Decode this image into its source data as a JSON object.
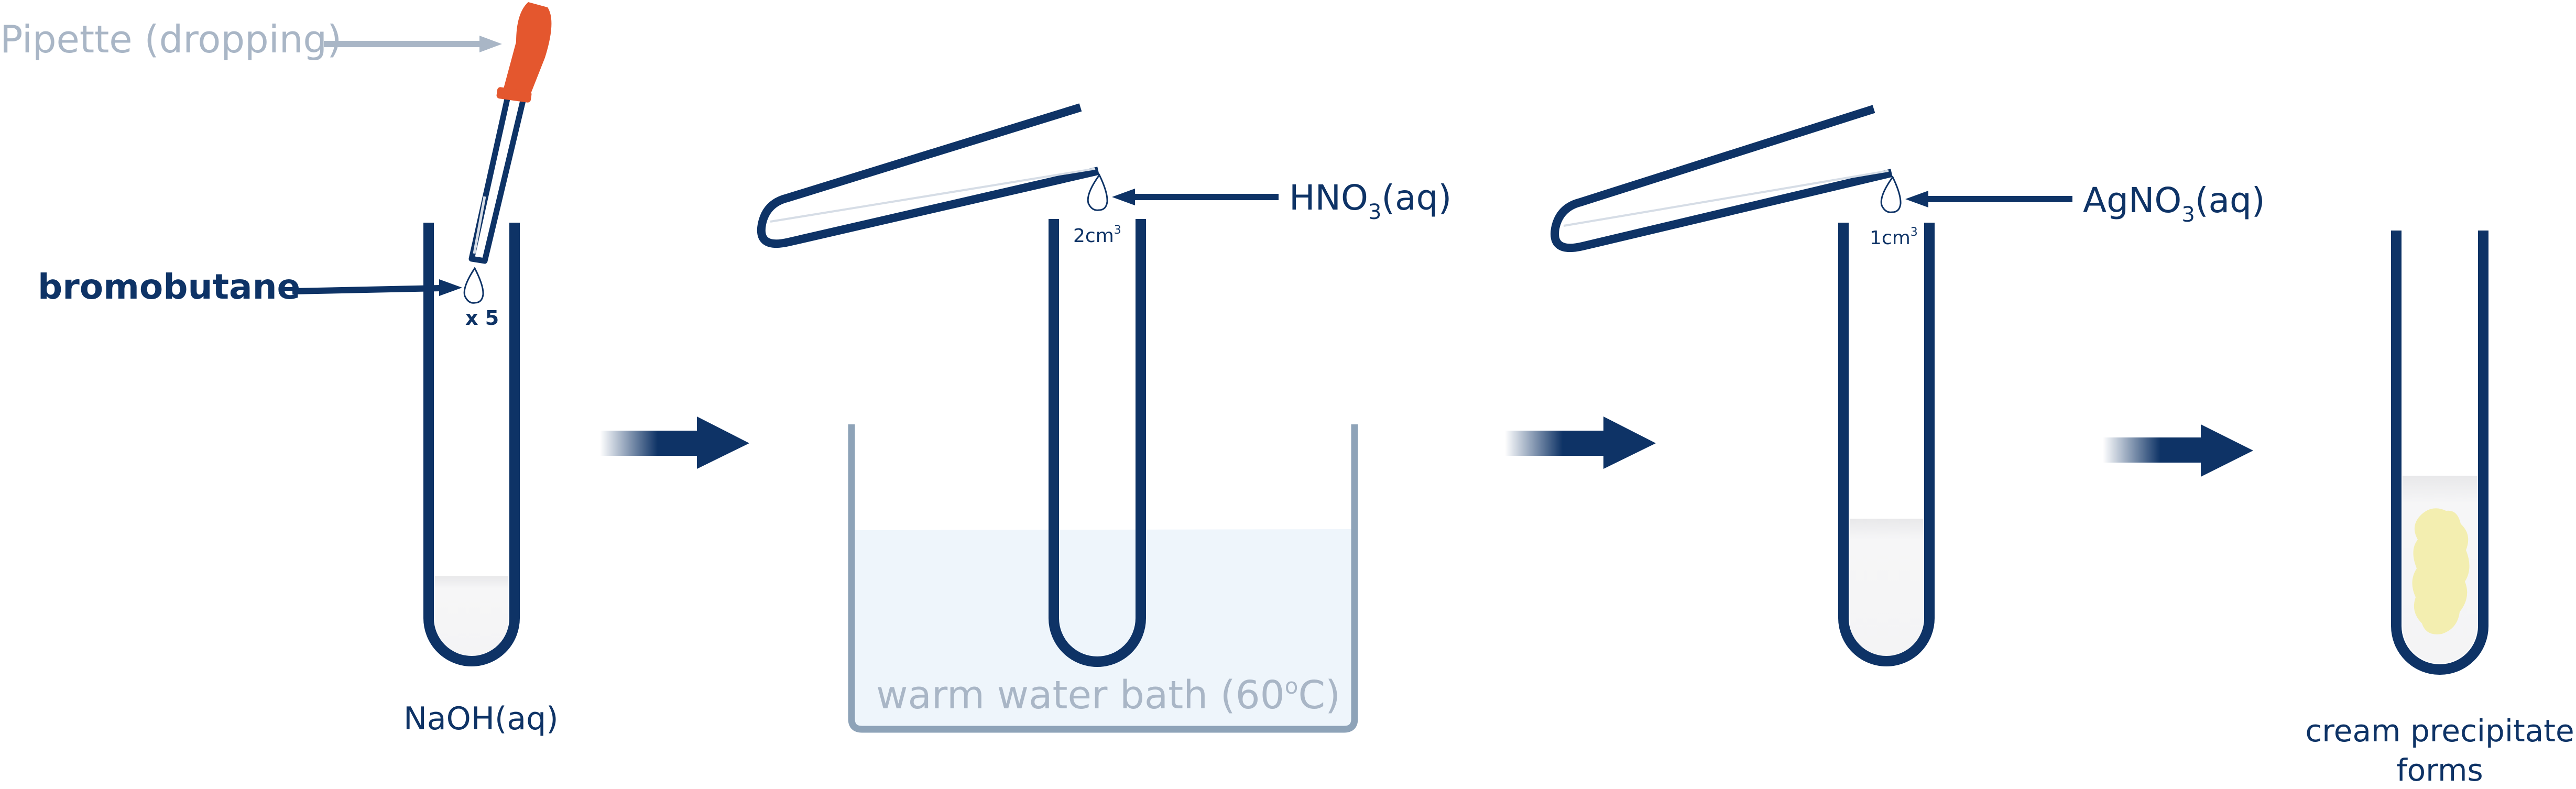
{
  "labels": {
    "pipette": "Pipette (dropping)",
    "bromobutane": "bromobutane",
    "times": "x 5",
    "naoh": "NaOH(aq)",
    "hno3_main": "HNO",
    "hno3_sub": "3",
    "hno3_tail": "(aq)",
    "hno3_vol": "2cm",
    "hno3_vol_sup": "3",
    "bath": "warm water bath (60",
    "bath_deg": "o",
    "bath_tail": "C)",
    "agno3_main": "AgNO",
    "agno3_sub": "3",
    "agno3_tail": "(aq)",
    "agno3_vol": "1cm",
    "agno3_vol_sup": "3",
    "precip_line1": "cream precipitate",
    "precip_line2": "forms"
  },
  "colors": {
    "navy": "#0e3366",
    "grey": "#a9b6c6",
    "bath_line": "#8ea3b8",
    "bath_fill": "#eef5fb",
    "liquid": "#f3f3f4",
    "pipette_bulb": "#e4572e",
    "precipitate": "#f3eeb0"
  }
}
